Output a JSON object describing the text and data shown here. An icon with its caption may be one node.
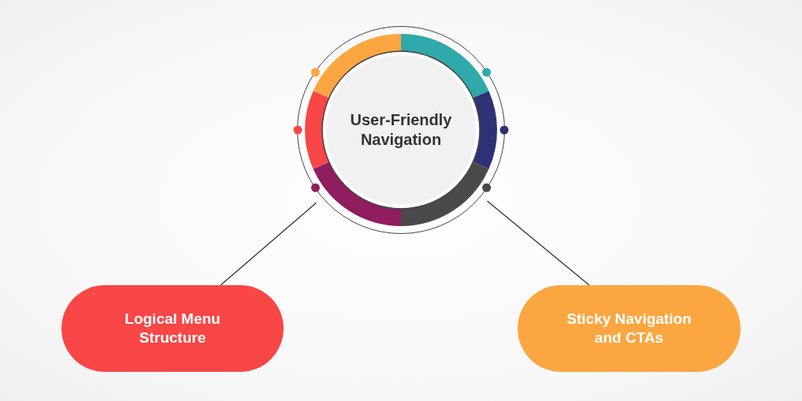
{
  "diagram": {
    "nodes": [
      {
        "text": [
          "User-Friendly Navigation"
        ]
      },
      {
        "text": [
          "Logical Menu Structure"
        ]
      },
      {
        "text": [
          "Sticky Navigation and CTAs"
        ]
      }
    ],
    "edges": [
      {
        "from": 0,
        "to": 1,
        "arrow": "none"
      },
      {
        "from": 0,
        "to": 2,
        "arrow": "none"
      }
    ]
  }
}
